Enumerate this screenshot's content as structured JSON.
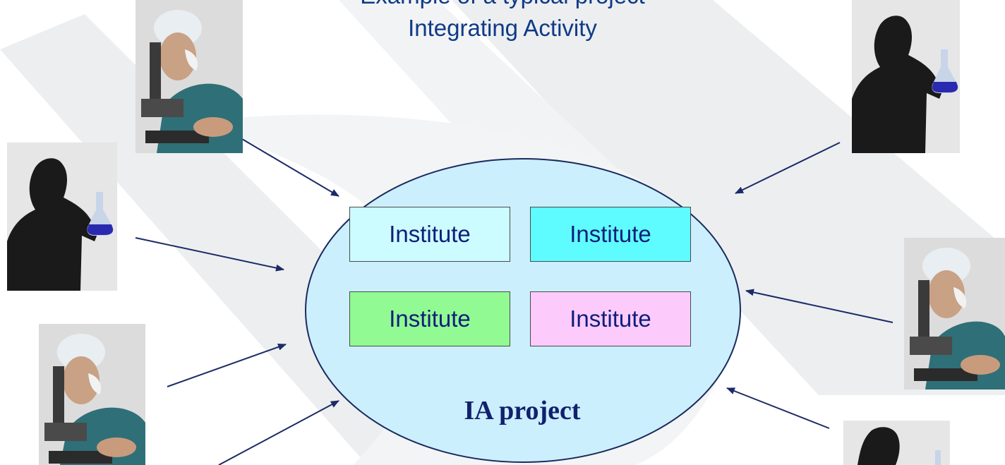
{
  "header": {
    "title_partial": "Example of a typical project",
    "title_main": "Integrating Activity"
  },
  "diagram": {
    "project_label": "IA project",
    "institutes": [
      {
        "label": "Institute",
        "color": "#ccfcff"
      },
      {
        "label": "Institute",
        "color": "#5ffcff"
      },
      {
        "label": "Institute",
        "color": "#92fa92"
      },
      {
        "label": "Institute",
        "color": "#fccbfc"
      }
    ],
    "ellipse_color": "#cbeffc",
    "arrow_color": "#1c2a66",
    "people": [
      {
        "icon": "scientist-microscope-photo"
      },
      {
        "icon": "scientist-flask-photo"
      },
      {
        "icon": "scientist-microscope-photo"
      },
      {
        "icon": "scientist-flask-photo"
      },
      {
        "icon": "scientist-microscope-photo"
      },
      {
        "icon": "scientist-flask-photo"
      }
    ]
  }
}
